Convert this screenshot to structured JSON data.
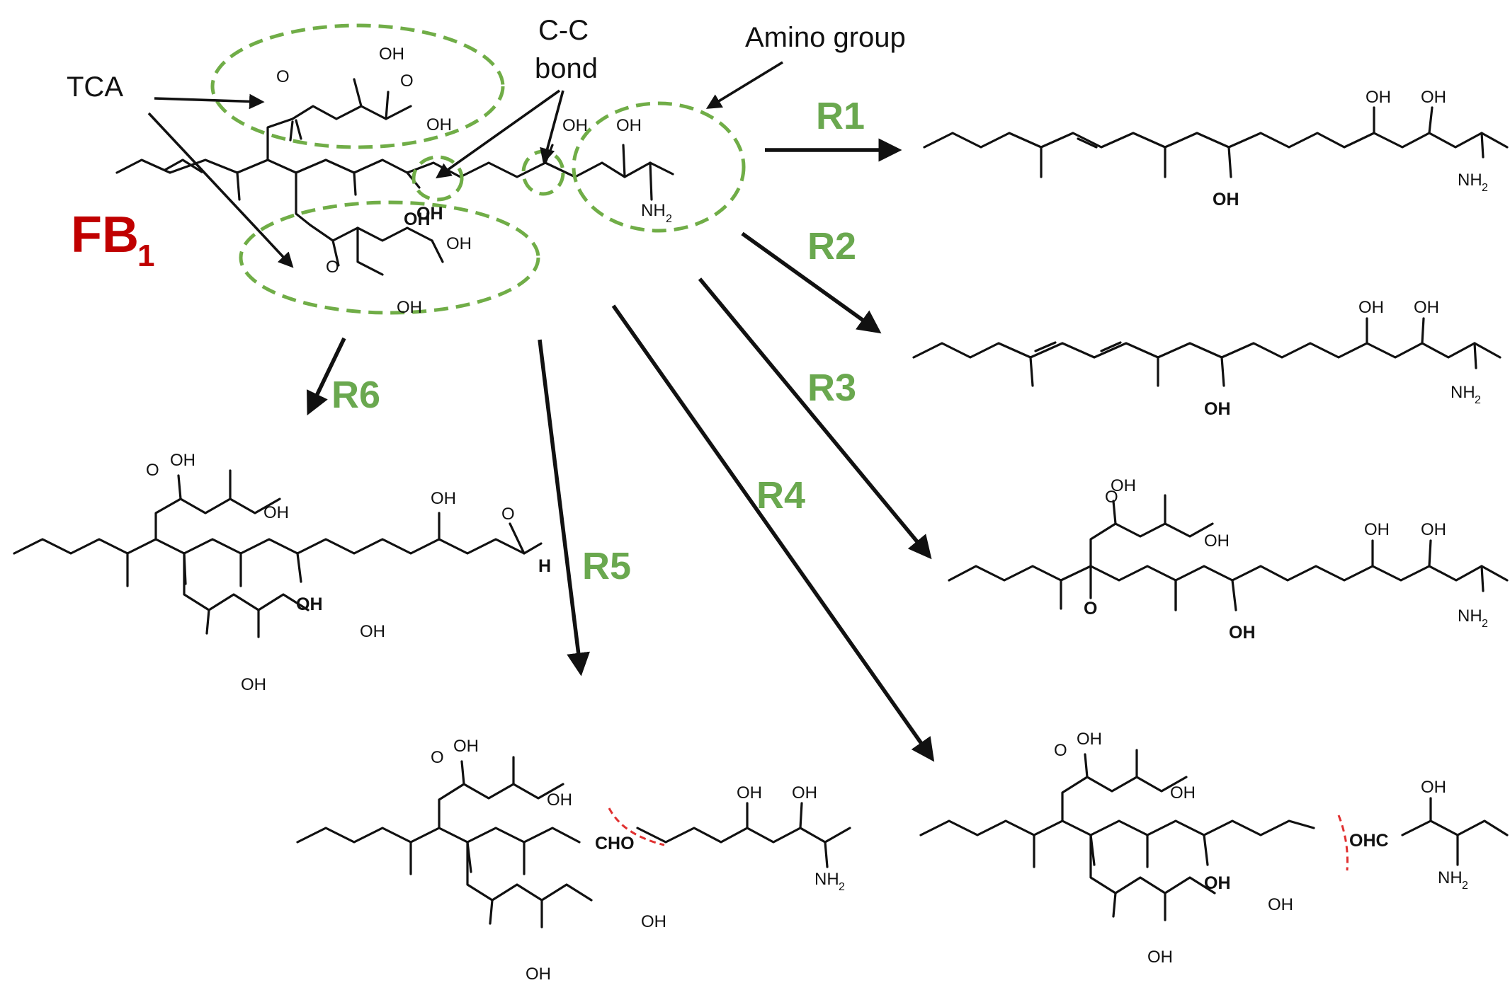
{
  "compound": {
    "name": "FB",
    "subscript": "1"
  },
  "annotations": {
    "tca": "TCA",
    "cc_bond_line1": "C-C",
    "cc_bond_line2": "bond",
    "amino_group": "Amino group"
  },
  "reactions": [
    "R1",
    "R2",
    "R3",
    "R4",
    "R5",
    "R6"
  ],
  "atom_labels": {
    "oh": "OH",
    "nh": "NH",
    "sub2": "2",
    "o": "O",
    "h": "H",
    "cho": "CHO",
    "ohc": "OHC"
  },
  "colors": {
    "title": "#c00000",
    "reaction_label": "#6aa84f",
    "highlight": "#70ad47",
    "cleavage": "#e03030",
    "ink": "#111111"
  },
  "icons": [
    "dashed-highlight-ellipse",
    "cleavage-mark"
  ]
}
